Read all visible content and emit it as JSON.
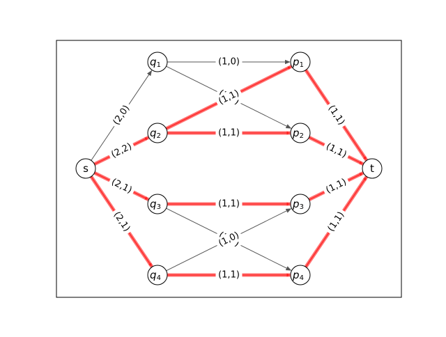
{
  "colors": {
    "flow_edge": "#ff0000",
    "base_edge": "#555555",
    "node_stroke": "#000000",
    "frame": "#000000",
    "background": "#ffffff"
  },
  "nodes": [
    {
      "id": "s",
      "label": "s",
      "sub": ""
    },
    {
      "id": "q1",
      "label": "q",
      "sub": "1"
    },
    {
      "id": "q2",
      "label": "q",
      "sub": "2"
    },
    {
      "id": "q3",
      "label": "q",
      "sub": "3"
    },
    {
      "id": "q4",
      "label": "q",
      "sub": "4"
    },
    {
      "id": "p1",
      "label": "p",
      "sub": "1"
    },
    {
      "id": "p2",
      "label": "p",
      "sub": "2"
    },
    {
      "id": "p3",
      "label": "p",
      "sub": "3"
    },
    {
      "id": "p4",
      "label": "p",
      "sub": "4"
    },
    {
      "id": "t",
      "label": "t",
      "sub": ""
    }
  ],
  "edges": [
    {
      "from": "s",
      "to": "q1",
      "label": "(2,0)",
      "flow": false
    },
    {
      "from": "s",
      "to": "q2",
      "label": "(2,2)",
      "flow": true
    },
    {
      "from": "s",
      "to": "q3",
      "label": "(2,1)",
      "flow": true
    },
    {
      "from": "s",
      "to": "q4",
      "label": "(2,1)",
      "flow": true
    },
    {
      "from": "q1",
      "to": "p1",
      "label": "(1,0)",
      "flow": false
    },
    {
      "from": "q1",
      "to": "p2",
      "label": "(1,0)",
      "flow": false
    },
    {
      "from": "q2",
      "to": "p1",
      "label": "(1,1)",
      "flow": true
    },
    {
      "from": "q2",
      "to": "p2",
      "label": "(1,1)",
      "flow": true
    },
    {
      "from": "q3",
      "to": "p3",
      "label": "(1,1)",
      "flow": true
    },
    {
      "from": "q3",
      "to": "p4",
      "label": "(1,0)",
      "flow": false
    },
    {
      "from": "q4",
      "to": "p3",
      "label": "(1,0)",
      "flow": false
    },
    {
      "from": "q4",
      "to": "p4",
      "label": "(1,1)",
      "flow": true
    },
    {
      "from": "p1",
      "to": "t",
      "label": "(1,1)",
      "flow": true
    },
    {
      "from": "p2",
      "to": "t",
      "label": "(1,1)",
      "flow": true
    },
    {
      "from": "p3",
      "to": "t",
      "label": "(1,1)",
      "flow": true
    },
    {
      "from": "p4",
      "to": "t",
      "label": "(1,1)",
      "flow": true
    }
  ]
}
